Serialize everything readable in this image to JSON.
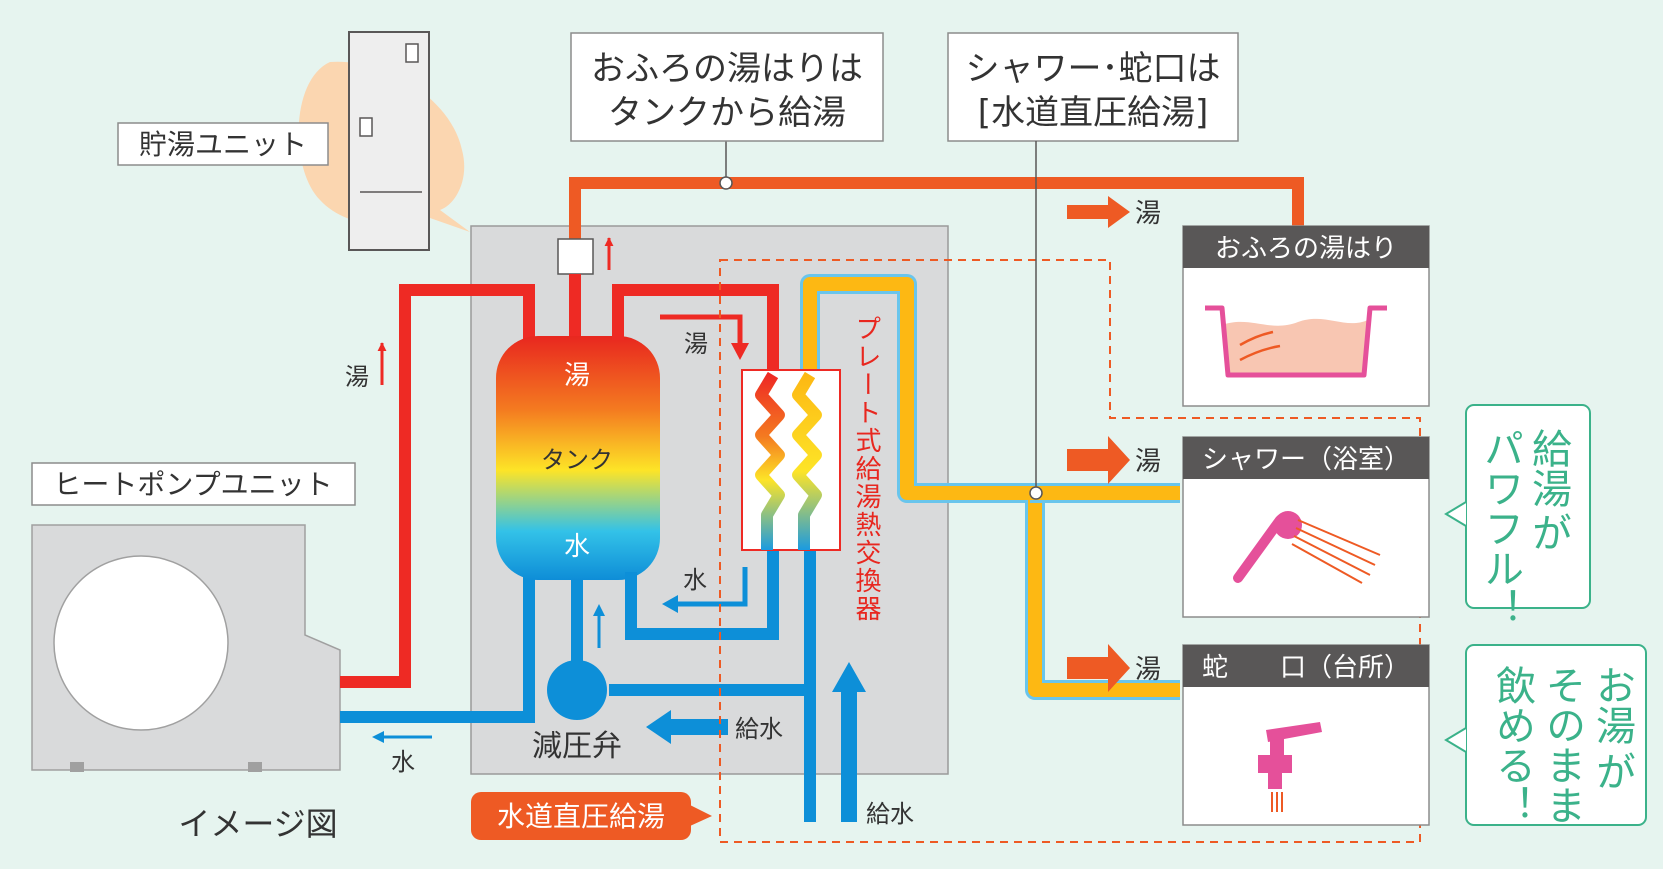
{
  "storage_unit": {
    "label": "貯湯ユニット"
  },
  "heat_pump_unit": {
    "label": "ヒートポンプユニット"
  },
  "callouts": {
    "bath_from_tank": {
      "line1": "おふろの湯はりは",
      "line2": "タンクから給湯"
    },
    "shower_direct": {
      "line1": "シャワー･蛇口は",
      "line2": "[水道直圧給湯]"
    }
  },
  "tank": {
    "top_label": "湯",
    "middle_label": "タンク",
    "bottom_label": "水"
  },
  "heat_exchanger": {
    "label": "プレート式給湯熱交換器"
  },
  "flow_labels": {
    "hot_left": "湯",
    "hot_into_exchanger": "湯",
    "water_out_exchanger": "水",
    "water_to_heatpump": "水",
    "supply_inner": "給水",
    "supply_bottom": "給水",
    "hot_to_bath": "湯",
    "hot_to_shower": "湯",
    "hot_to_faucet": "湯"
  },
  "pressure_valve": {
    "label": "減圧弁"
  },
  "direct_supply_tag": {
    "label": "水道直圧給湯"
  },
  "image_caption": "イメージ図",
  "outlets": [
    {
      "title": "おふろの湯はり",
      "icon": "bathtub-icon"
    },
    {
      "title": "シャワー（浴室）",
      "icon": "shower-head-icon"
    },
    {
      "title": "蛇　　口（台所）",
      "icon": "faucet-icon"
    }
  ],
  "side_notes": {
    "powerful": [
      "給湯",
      "が",
      "パワフル！"
    ],
    "drinkable": [
      "お湯",
      "が",
      "そのまま",
      "飲める！"
    ]
  },
  "colors": {
    "hot_pipe": "#ee2a24",
    "outlet_pipe": "#ee5a24",
    "cold_pipe": "#0d8fd8",
    "exchanger_out_pipe": "#fdb813",
    "unit_gray": "#d9dadb",
    "outlet_header": "#595757",
    "accent_pink": "#e5509a",
    "note_green": "#3bb28a",
    "background": "#e6f4ef"
  }
}
